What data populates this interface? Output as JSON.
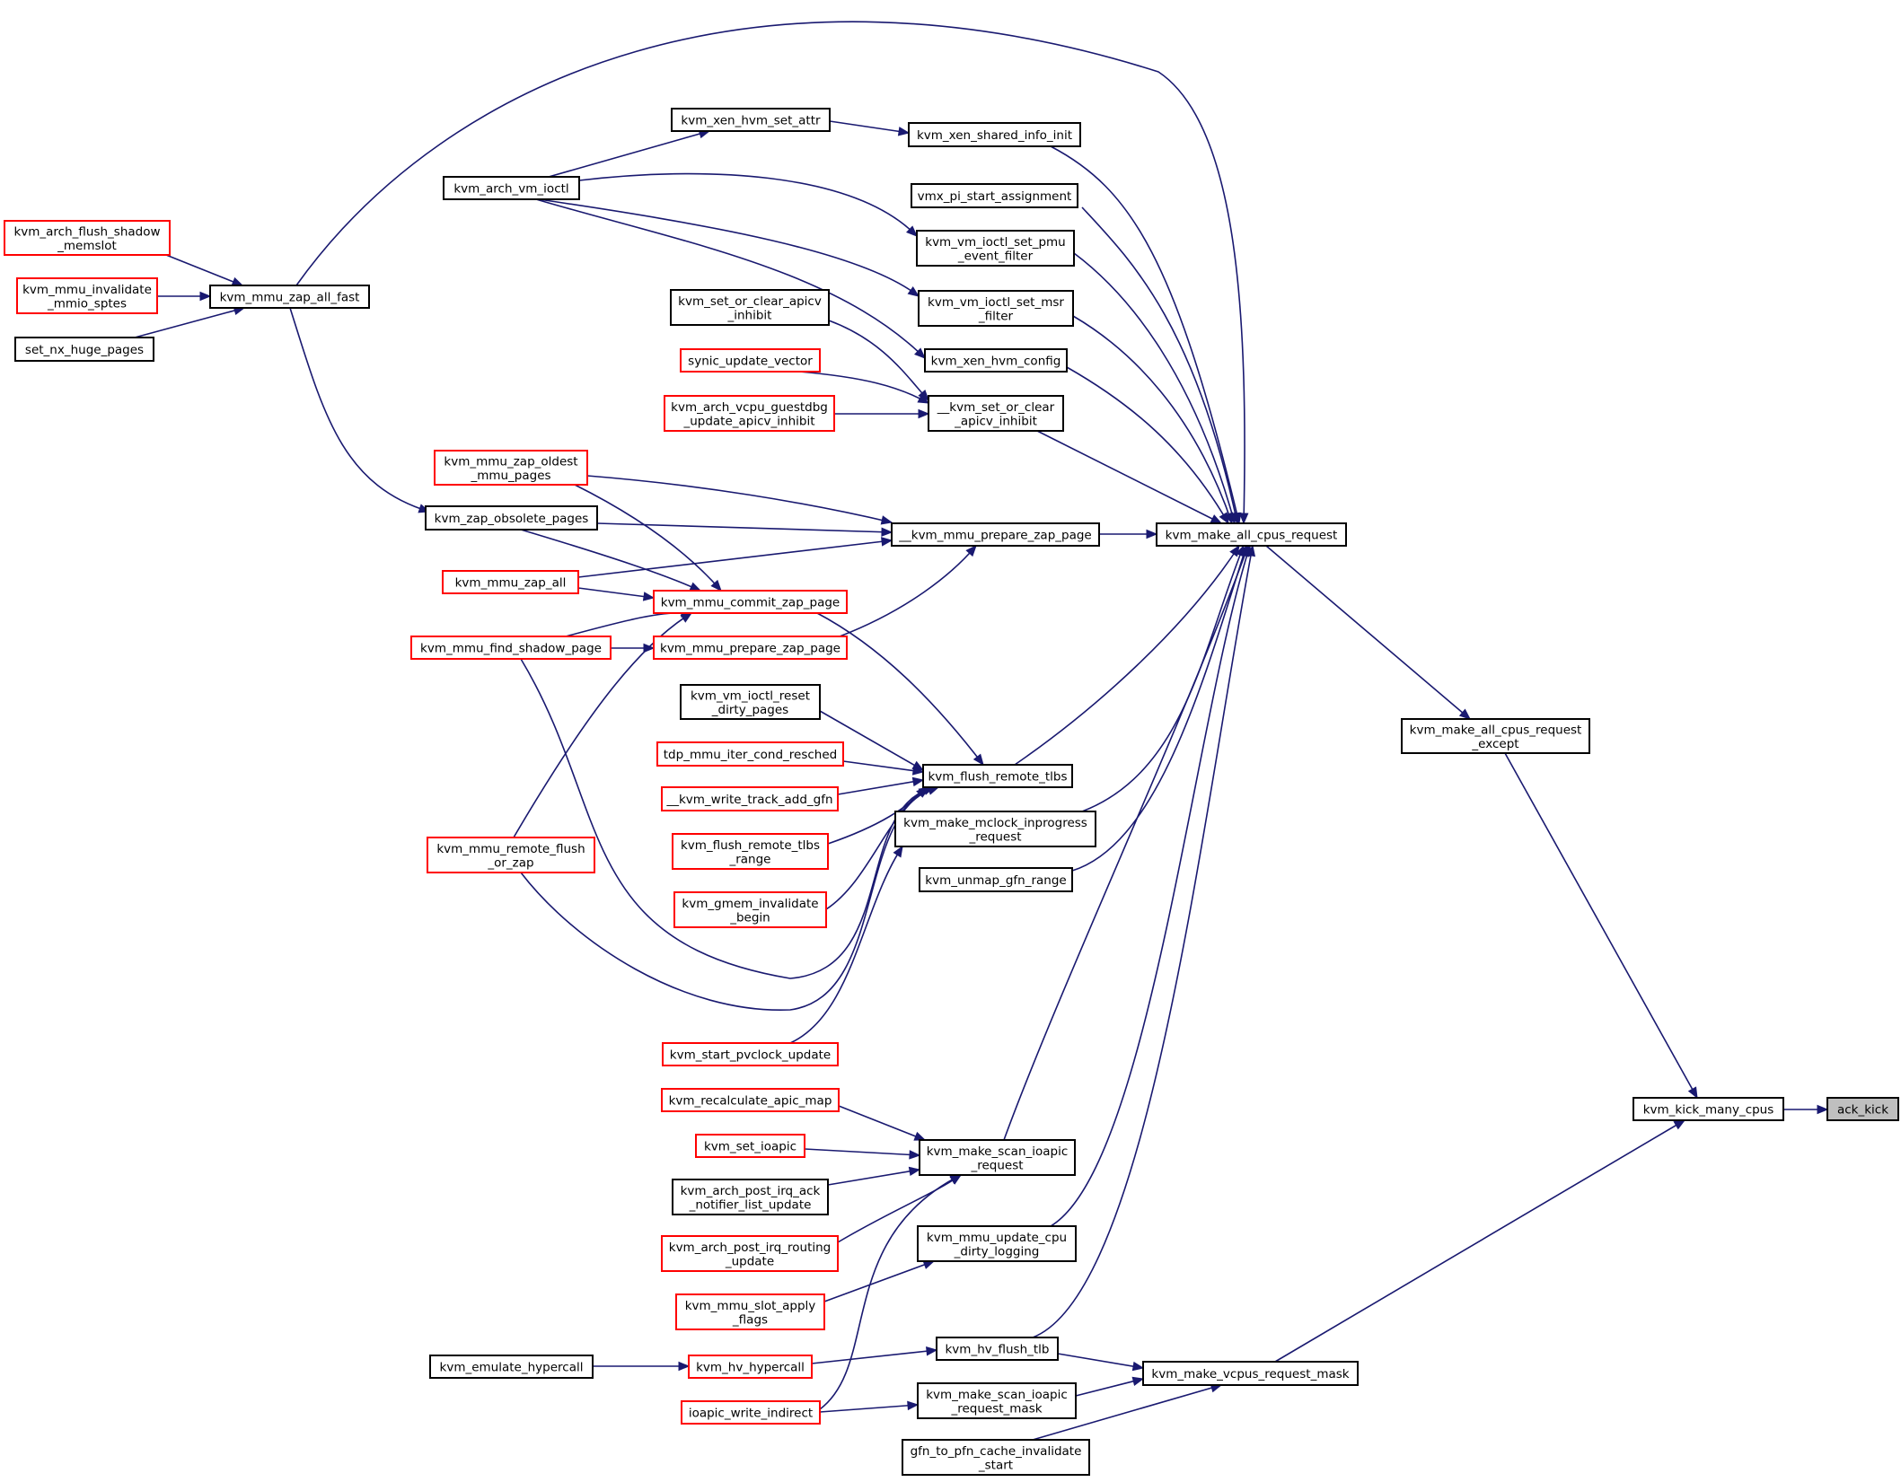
{
  "nodes": [
    {
      "id": "ack_kick",
      "lines": [
        "ack_kick"
      ],
      "style": "root"
    },
    {
      "id": "kvm_kick_many_cpus",
      "lines": [
        "kvm_kick_many_cpus"
      ],
      "style": "black"
    },
    {
      "id": "kvm_make_all_cpus_request_except",
      "lines": [
        "kvm_make_all_cpus_request",
        "_except"
      ],
      "style": "black"
    },
    {
      "id": "kvm_make_all_cpus_request",
      "lines": [
        "kvm_make_all_cpus_request"
      ],
      "style": "black"
    },
    {
      "id": "kvm_make_vcpus_request_mask",
      "lines": [
        "kvm_make_vcpus_request_mask"
      ],
      "style": "black"
    },
    {
      "id": "kvm_xen_hvm_set_attr",
      "lines": [
        "kvm_xen_hvm_set_attr"
      ],
      "style": "black"
    },
    {
      "id": "kvm_xen_shared_info_init",
      "lines": [
        "kvm_xen_shared_info_init"
      ],
      "style": "black"
    },
    {
      "id": "kvm_arch_vm_ioctl",
      "lines": [
        "kvm_arch_vm_ioctl"
      ],
      "style": "black"
    },
    {
      "id": "vmx_pi_start_assignment",
      "lines": [
        "vmx_pi_start_assignment"
      ],
      "style": "black"
    },
    {
      "id": "kvm_vm_ioctl_set_pmu_event_filter",
      "lines": [
        "kvm_vm_ioctl_set_pmu",
        "_event_filter"
      ],
      "style": "black"
    },
    {
      "id": "kvm_vm_ioctl_set_msr_filter",
      "lines": [
        "kvm_vm_ioctl_set_msr",
        "_filter"
      ],
      "style": "black"
    },
    {
      "id": "kvm_xen_hvm_config",
      "lines": [
        "kvm_xen_hvm_config"
      ],
      "style": "black"
    },
    {
      "id": "kvm_set_or_clear_apicv_inhibit",
      "lines": [
        "kvm_set_or_clear_apicv",
        "_inhibit"
      ],
      "style": "black"
    },
    {
      "id": "synic_update_vector",
      "lines": [
        "synic_update_vector"
      ],
      "style": "red"
    },
    {
      "id": "kvm_arch_vcpu_guestdbg_update_apicv_inhibit",
      "lines": [
        "kvm_arch_vcpu_guestdbg",
        "_update_apicv_inhibit"
      ],
      "style": "red"
    },
    {
      "id": "__kvm_set_or_clear_apicv_inhibit",
      "lines": [
        "__kvm_set_or_clear",
        "_apicv_inhibit"
      ],
      "style": "black"
    },
    {
      "id": "kvm_arch_flush_shadow_memslot",
      "lines": [
        "kvm_arch_flush_shadow",
        "_memslot"
      ],
      "style": "red"
    },
    {
      "id": "kvm_mmu_invalidate_mmio_sptes",
      "lines": [
        "kvm_mmu_invalidate",
        "_mmio_sptes"
      ],
      "style": "red"
    },
    {
      "id": "set_nx_huge_pages",
      "lines": [
        "set_nx_huge_pages"
      ],
      "style": "black"
    },
    {
      "id": "kvm_mmu_zap_all_fast",
      "lines": [
        "kvm_mmu_zap_all_fast"
      ],
      "style": "black"
    },
    {
      "id": "kvm_mmu_zap_oldest_mmu_pages",
      "lines": [
        "kvm_mmu_zap_oldest",
        "_mmu_pages"
      ],
      "style": "red"
    },
    {
      "id": "kvm_zap_obsolete_pages",
      "lines": [
        "kvm_zap_obsolete_pages"
      ],
      "style": "black"
    },
    {
      "id": "__kvm_mmu_prepare_zap_page",
      "lines": [
        "__kvm_mmu_prepare_zap_page"
      ],
      "style": "black"
    },
    {
      "id": "kvm_mmu_zap_all",
      "lines": [
        "kvm_mmu_zap_all"
      ],
      "style": "red"
    },
    {
      "id": "kvm_mmu_commit_zap_page",
      "lines": [
        "kvm_mmu_commit_zap_page"
      ],
      "style": "red"
    },
    {
      "id": "kvm_mmu_find_shadow_page",
      "lines": [
        "kvm_mmu_find_shadow_page"
      ],
      "style": "red"
    },
    {
      "id": "kvm_mmu_prepare_zap_page",
      "lines": [
        "kvm_mmu_prepare_zap_page"
      ],
      "style": "red"
    },
    {
      "id": "kvm_vm_ioctl_reset_dirty_pages",
      "lines": [
        "kvm_vm_ioctl_reset",
        "_dirty_pages"
      ],
      "style": "black"
    },
    {
      "id": "tdp_mmu_iter_cond_resched",
      "lines": [
        "tdp_mmu_iter_cond_resched"
      ],
      "style": "red"
    },
    {
      "id": "kvm_flush_remote_tlbs",
      "lines": [
        "kvm_flush_remote_tlbs"
      ],
      "style": "black"
    },
    {
      "id": "__kvm_write_track_add_gfn",
      "lines": [
        "__kvm_write_track_add_gfn"
      ],
      "style": "red"
    },
    {
      "id": "kvm_make_mclock_inprogress_request",
      "lines": [
        "kvm_make_mclock_inprogress",
        "_request"
      ],
      "style": "black"
    },
    {
      "id": "kvm_flush_remote_tlbs_range",
      "lines": [
        "kvm_flush_remote_tlbs",
        "_range"
      ],
      "style": "red"
    },
    {
      "id": "kvm_mmu_remote_flush_or_zap",
      "lines": [
        "kvm_mmu_remote_flush",
        "_or_zap"
      ],
      "style": "red"
    },
    {
      "id": "kvm_unmap_gfn_range",
      "lines": [
        "kvm_unmap_gfn_range"
      ],
      "style": "black"
    },
    {
      "id": "kvm_gmem_invalidate_begin",
      "lines": [
        "kvm_gmem_invalidate",
        "_begin"
      ],
      "style": "red"
    },
    {
      "id": "kvm_start_pvclock_update",
      "lines": [
        "kvm_start_pvclock_update"
      ],
      "style": "red"
    },
    {
      "id": "kvm_recalculate_apic_map",
      "lines": [
        "kvm_recalculate_apic_map"
      ],
      "style": "red"
    },
    {
      "id": "kvm_set_ioapic",
      "lines": [
        "kvm_set_ioapic"
      ],
      "style": "red"
    },
    {
      "id": "kvm_make_scan_ioapic_request",
      "lines": [
        "kvm_make_scan_ioapic",
        "_request"
      ],
      "style": "black"
    },
    {
      "id": "kvm_arch_post_irq_ack_notifier_list_update",
      "lines": [
        "kvm_arch_post_irq_ack",
        "_notifier_list_update"
      ],
      "style": "black"
    },
    {
      "id": "kvm_arch_post_irq_routing_update",
      "lines": [
        "kvm_arch_post_irq_routing",
        "_update"
      ],
      "style": "red"
    },
    {
      "id": "kvm_mmu_update_cpu_dirty_logging",
      "lines": [
        "kvm_mmu_update_cpu",
        "_dirty_logging"
      ],
      "style": "black"
    },
    {
      "id": "kvm_mmu_slot_apply_flags",
      "lines": [
        "kvm_mmu_slot_apply",
        "_flags"
      ],
      "style": "red"
    },
    {
      "id": "kvm_hv_flush_tlb",
      "lines": [
        "kvm_hv_flush_tlb"
      ],
      "style": "black"
    },
    {
      "id": "kvm_emulate_hypercall",
      "lines": [
        "kvm_emulate_hypercall"
      ],
      "style": "black"
    },
    {
      "id": "kvm_hv_hypercall",
      "lines": [
        "kvm_hv_hypercall"
      ],
      "style": "red"
    },
    {
      "id": "kvm_make_scan_ioapic_request_mask",
      "lines": [
        "kvm_make_scan_ioapic",
        "_request_mask"
      ],
      "style": "black"
    },
    {
      "id": "ioapic_write_indirect",
      "lines": [
        "ioapic_write_indirect"
      ],
      "style": "red"
    },
    {
      "id": "gfn_to_pfn_cache_invalidate_start",
      "lines": [
        "gfn_to_pfn_cache_invalidate",
        "_start"
      ],
      "style": "black"
    }
  ]
}
